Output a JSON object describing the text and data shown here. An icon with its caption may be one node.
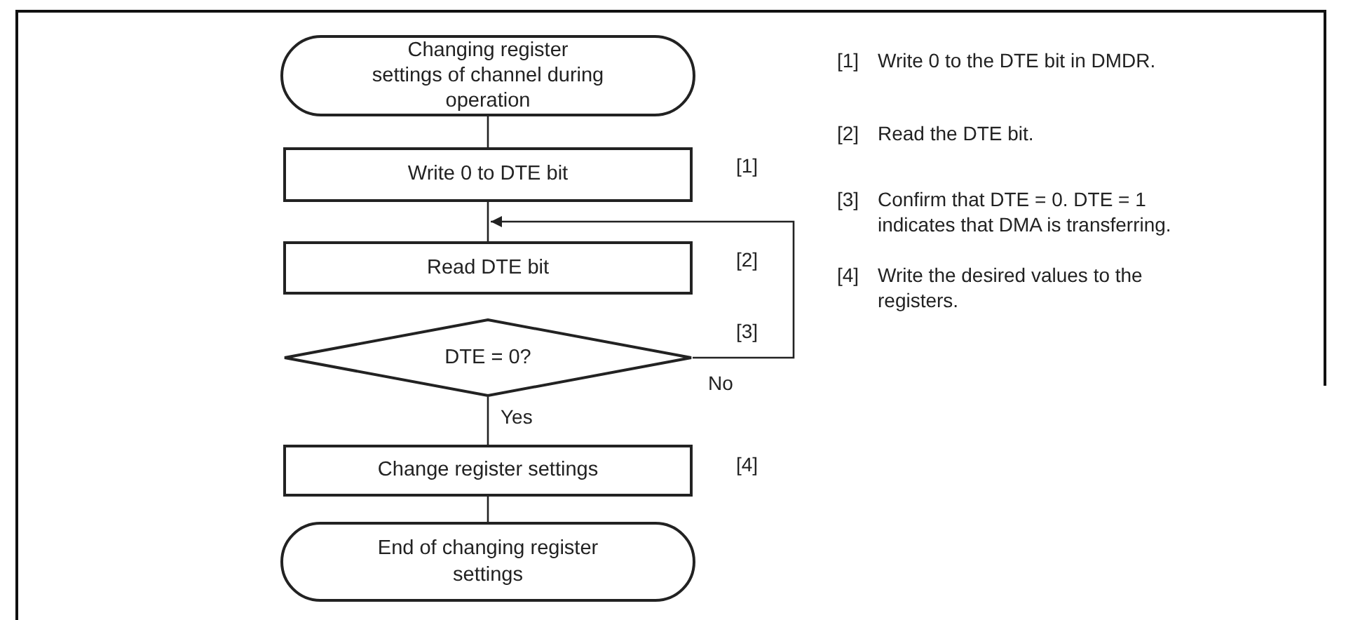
{
  "diagram": {
    "nodes": [
      {
        "text": [
          "Changing register settings of channel during operation"
        ]
      },
      {
        "text": [
          "Write 0 to DTE bit"
        ],
        "beside": [
          "[1]"
        ]
      },
      {
        "text": [
          "Read DTE bit"
        ],
        "beside": [
          "[2]"
        ]
      },
      {
        "text": [
          "DTE = 0?"
        ],
        "beside": [
          "[3]"
        ]
      },
      {
        "text": [
          "Change register settings"
        ],
        "beside": [
          "[4]"
        ]
      },
      {
        "text": [
          "End of changing register settings"
        ]
      }
    ],
    "edges": [
      {
        "from": 0,
        "to": 1,
        "arrow": "none"
      },
      {
        "from": 1,
        "to": 2,
        "arrow": "none"
      },
      {
        "from": 3,
        "to": 2,
        "arrow": "to",
        "label": "No"
      },
      {
        "from": 3,
        "to": 4,
        "arrow": "none",
        "label": "Yes"
      },
      {
        "from": 4,
        "to": 5,
        "arrow": "none"
      }
    ],
    "labels": [
      "[1]",
      "Write 0 to the DTE bit in DMDR.",
      "[2]",
      "Read the DTE bit.",
      "[3]",
      "Confirm that DTE = 0. DTE = 1 indicates that DMA is transferring.",
      "[4]",
      "Write the desired values to the registers."
    ]
  }
}
